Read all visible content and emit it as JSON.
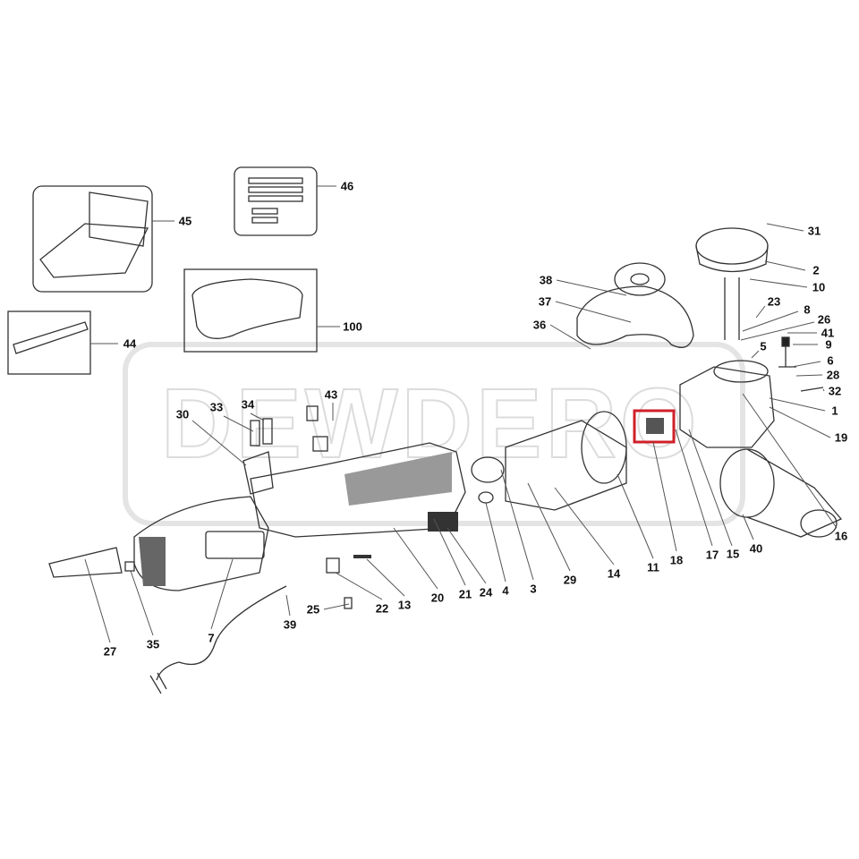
{
  "diagram": {
    "type": "exploded-parts-diagram",
    "highlight_color": "#d0202a",
    "highlighted_part": "18",
    "watermark": "DEWDERO",
    "part_labels": [
      "46",
      "45",
      "100",
      "44",
      "31",
      "2",
      "10",
      "38",
      "37",
      "36",
      "23",
      "8",
      "26",
      "41",
      "9",
      "5",
      "6",
      "28",
      "32",
      "1",
      "19",
      "16",
      "40",
      "15",
      "17",
      "18",
      "11",
      "14",
      "29",
      "3",
      "4",
      "24",
      "21",
      "20",
      "13",
      "22",
      "25",
      "39",
      "7",
      "35",
      "27",
      "30",
      "33",
      "34",
      "43"
    ]
  }
}
